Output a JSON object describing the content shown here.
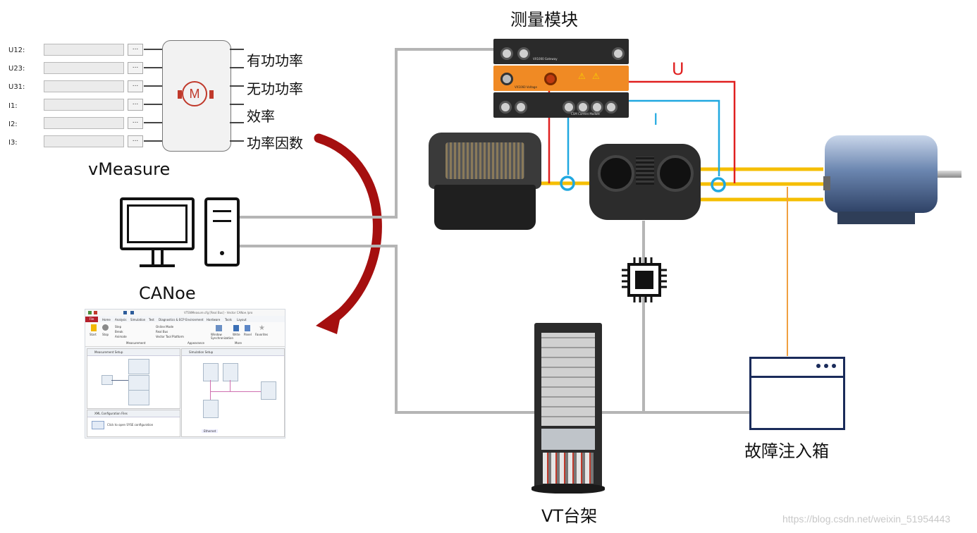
{
  "vmeasure": {
    "rows": [
      "U12:",
      "U23:",
      "U31:",
      "I1:",
      "I2:",
      "I3:"
    ],
    "button_label": "...",
    "motor_symbol": "M",
    "outputs": [
      "有功功率",
      "无功功率",
      "效率",
      "功率因数"
    ],
    "title": "vMeasure"
  },
  "canoe": {
    "title": "CANoe",
    "window": {
      "title_bar": "VTSNMeasure.cfg [Real Bus] - Vector CANoe /pro",
      "tabs": [
        "File",
        "Home",
        "Analysis",
        "Simulation",
        "Test",
        "Diagnostics & ECP",
        "Environment",
        "Hardware",
        "Tools",
        "Layout"
      ],
      "ribbon_groups": [
        "Measurement",
        "Appearance",
        "More"
      ],
      "ribbon_items": [
        "Start",
        "Stop",
        "Step",
        "Break",
        "Animate",
        "Online Mode",
        "Real Bus",
        "Vector Tool Platform",
        "Window Synchronization",
        "Write",
        "Panel",
        "Favorites"
      ],
      "panels": {
        "measurement_setup": "Measurement Setup",
        "simulation_setup": "Simulation Setup",
        "xml_config": "XML Configuration Files",
        "xml_prompt": "Click to open SYSE configuration",
        "ethernet_tab": "Ethernet"
      }
    }
  },
  "measurement_module": {
    "title": "测量模块",
    "modules": [
      {
        "label": "VX1000 Gateway",
        "color": "#2a2a2a"
      },
      {
        "label": "VX1060 Voltage",
        "color": "#f08a24"
      },
      {
        "label": "CSM Current Module",
        "color": "#2a2a2a"
      }
    ]
  },
  "signals": {
    "voltage": "U",
    "current": "I",
    "voltage_color": "#e02020",
    "current_color": "#20a8e0",
    "phase_color": "#f5be00"
  },
  "vt_rack": {
    "title": "VT台架"
  },
  "fault_box": {
    "title": "故障注入箱"
  },
  "watermark": "https://blog.csdn.net/weixin_51954443"
}
